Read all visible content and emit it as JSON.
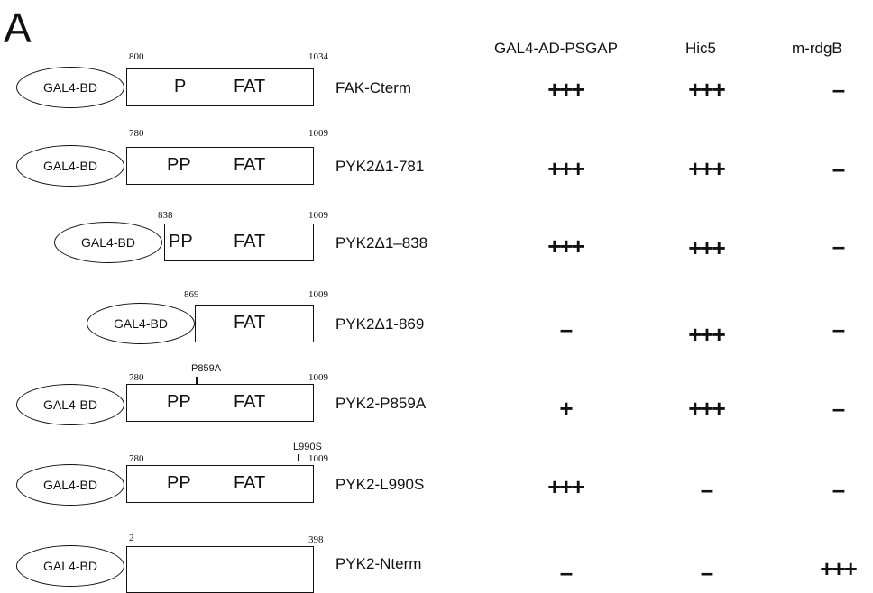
{
  "panel_label": "A",
  "columns": [
    "GAL4-AD-PSGAP",
    "Hic5",
    "m-rdgB"
  ],
  "rows": [
    {
      "bd": "GAL4-BD",
      "start": "800",
      "end": "1034",
      "domains": [
        "P",
        "FAT"
      ],
      "mutation": "",
      "name": "FAK-Cterm",
      "results": [
        "+++",
        "+++",
        "–"
      ]
    },
    {
      "bd": "GAL4-BD",
      "start": "780",
      "end": "1009",
      "domains": [
        "PP",
        "FAT"
      ],
      "mutation": "",
      "name": "PYK2Δ1-781",
      "results": [
        "+++",
        "+++",
        "–"
      ]
    },
    {
      "bd": "GAL4-BD",
      "start": "838",
      "end": "1009",
      "domains": [
        "PP",
        "FAT"
      ],
      "mutation": "",
      "name": "PYK2Δ1–838",
      "results": [
        "+++",
        "+++",
        "–"
      ]
    },
    {
      "bd": "GAL4-BD",
      "start": "869",
      "end": "1009",
      "domains": [
        "FAT"
      ],
      "mutation": "",
      "name": "PYK2Δ1-869",
      "results": [
        "–",
        "+++",
        "–"
      ]
    },
    {
      "bd": "GAL4-BD",
      "start": "780",
      "end": "1009",
      "domains": [
        "PP",
        "FAT"
      ],
      "mutation": "P859A",
      "name": "PYK2-P859A",
      "results": [
        "+",
        "+++",
        "–"
      ]
    },
    {
      "bd": "GAL4-BD",
      "start": "780",
      "end": "1009",
      "domains": [
        "PP",
        "FAT"
      ],
      "mutation": "L990S",
      "name": "PYK2-L990S",
      "results": [
        "+++",
        "–",
        "–"
      ]
    },
    {
      "bd": "GAL4-BD",
      "start": "2",
      "end": "398",
      "domains": [],
      "mutation": "",
      "name": "PYK2-Nterm",
      "results": [
        "–",
        "–",
        "+++"
      ]
    }
  ]
}
